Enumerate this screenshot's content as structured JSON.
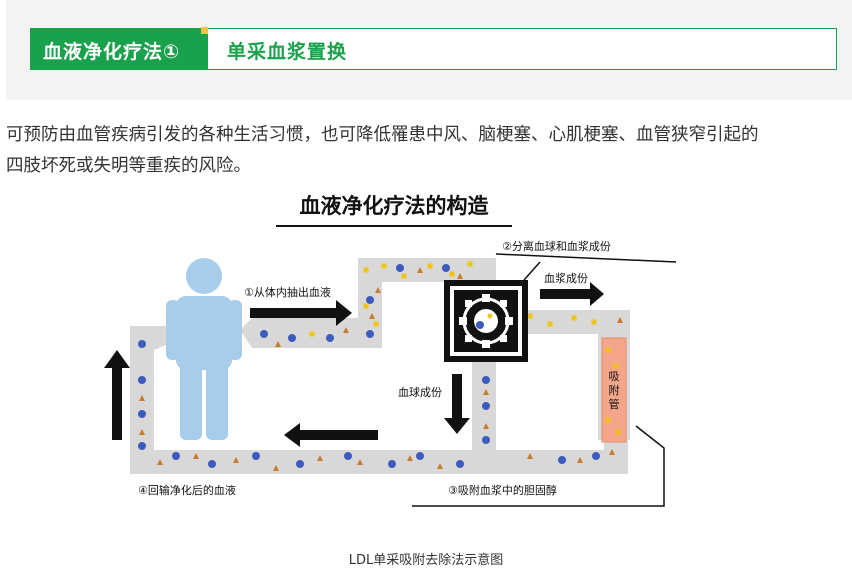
{
  "header": {
    "left_label": "血液净化疗法①",
    "right_label": "单采血浆置换"
  },
  "paragraph": {
    "line1": "可预防由血管疾病引发的各种生活习惯，也可降低罹患中风、脑梗塞、心肌梗塞、血管狭窄引起的",
    "line2": "四肢坏死或失明等重疾的风险。"
  },
  "diagram": {
    "title": "血液净化疗法的构造",
    "label_extract": "①从体内抽出血液",
    "label_separate": "②分离血球和血浆成份",
    "label_plasma": "血浆成份",
    "label_blood_cells": "血球成份",
    "label_adsorb": "③吸附血浆中的胆固醇",
    "label_return": "④回输净化后的血液",
    "adsorption_tube_chars": [
      "吸",
      "附",
      "管"
    ]
  },
  "caption": "LDL单采吸附去除法示意图",
  "colors": {
    "accent_green": "#1aa14c",
    "tube_gray": "#d8d8d8",
    "blood_cell_blue": "#3b5bbf",
    "particle_orange": "#c97a2b",
    "particle_yellow": "#f2c417",
    "person_blue": "#a8cdea",
    "adsorption_tube": "#f4a58a"
  }
}
